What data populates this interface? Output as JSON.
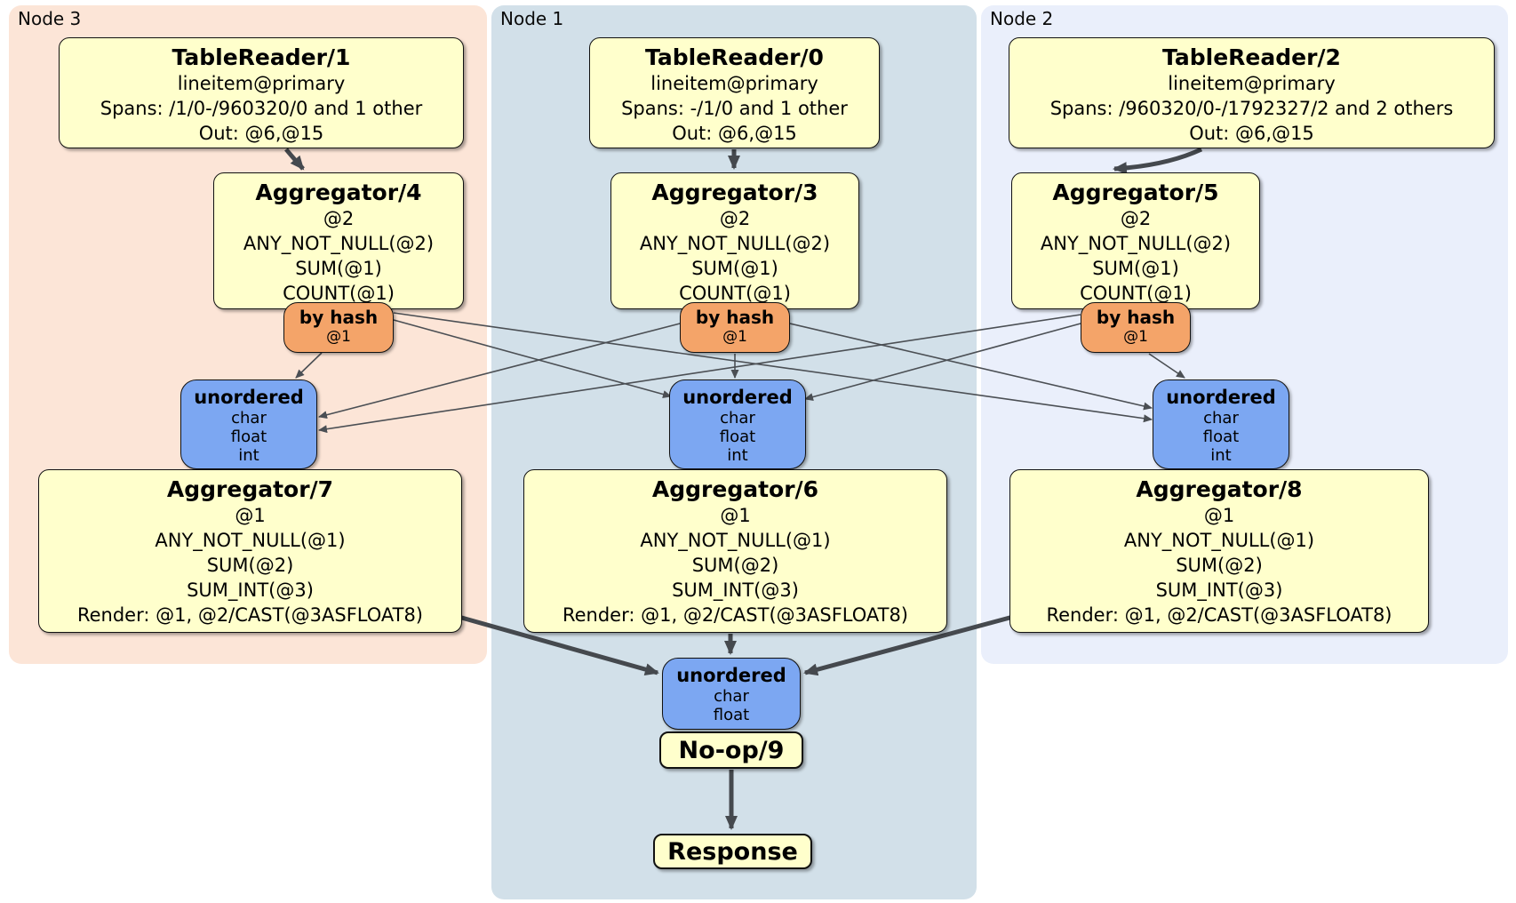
{
  "colors": {
    "node3_panel_bg": "#fce5d7",
    "node1_panel_bg": "#d2e0e9",
    "node2_panel_bg": "#eaeffb",
    "processor_bg": "#ffffcc",
    "router_bg": "#f4a469",
    "synchronizer_bg": "#7ca7f2",
    "edge_color": "#45494e"
  },
  "panels": {
    "node3": {
      "label": "Node 3"
    },
    "node1": {
      "label": "Node 1"
    },
    "node2": {
      "label": "Node 2"
    }
  },
  "processors": {
    "tr1": {
      "title": "TableReader/1",
      "lines": [
        "lineitem@primary",
        "Spans: /1/0-/960320/0 and 1 other",
        "Out: @6,@15"
      ]
    },
    "tr0": {
      "title": "TableReader/0",
      "lines": [
        "lineitem@primary",
        "Spans: -/1/0 and 1 other",
        "Out: @6,@15"
      ]
    },
    "tr2": {
      "title": "TableReader/2",
      "lines": [
        "lineitem@primary",
        "Spans: /960320/0-/1792327/2 and 2 others",
        "Out: @6,@15"
      ]
    },
    "agg4": {
      "title": "Aggregator/4",
      "lines": [
        "@2",
        "ANY_NOT_NULL(@2)",
        "SUM(@1)",
        "COUNT(@1)"
      ]
    },
    "agg3": {
      "title": "Aggregator/3",
      "lines": [
        "@2",
        "ANY_NOT_NULL(@2)",
        "SUM(@1)",
        "COUNT(@1)"
      ]
    },
    "agg5": {
      "title": "Aggregator/5",
      "lines": [
        "@2",
        "ANY_NOT_NULL(@2)",
        "SUM(@1)",
        "COUNT(@1)"
      ]
    },
    "agg7": {
      "title": "Aggregator/7",
      "lines": [
        "@1",
        "ANY_NOT_NULL(@1)",
        "SUM(@2)",
        "SUM_INT(@3)",
        "Render: @1, @2/CAST(@3ASFLOAT8)"
      ]
    },
    "agg6": {
      "title": "Aggregator/6",
      "lines": [
        "@1",
        "ANY_NOT_NULL(@1)",
        "SUM(@2)",
        "SUM_INT(@3)",
        "Render: @1, @2/CAST(@3ASFLOAT8)"
      ]
    },
    "agg8": {
      "title": "Aggregator/8",
      "lines": [
        "@1",
        "ANY_NOT_NULL(@1)",
        "SUM(@2)",
        "SUM_INT(@3)",
        "Render: @1, @2/CAST(@3ASFLOAT8)"
      ]
    },
    "noop": {
      "title": "No-op/9"
    },
    "response": {
      "title": "Response"
    }
  },
  "routers": {
    "node3": {
      "title": "by hash",
      "detail": "@1"
    },
    "node1": {
      "title": "by hash",
      "detail": "@1"
    },
    "node2": {
      "title": "by hash",
      "detail": "@1"
    }
  },
  "synchronizers": {
    "node3": {
      "title": "unordered",
      "columns": [
        "char",
        "float",
        "int"
      ]
    },
    "node1": {
      "title": "unordered",
      "columns": [
        "char",
        "float",
        "int"
      ]
    },
    "node2": {
      "title": "unordered",
      "columns": [
        "char",
        "float",
        "int"
      ]
    },
    "final": {
      "title": "unordered",
      "columns": [
        "char",
        "float"
      ]
    }
  }
}
